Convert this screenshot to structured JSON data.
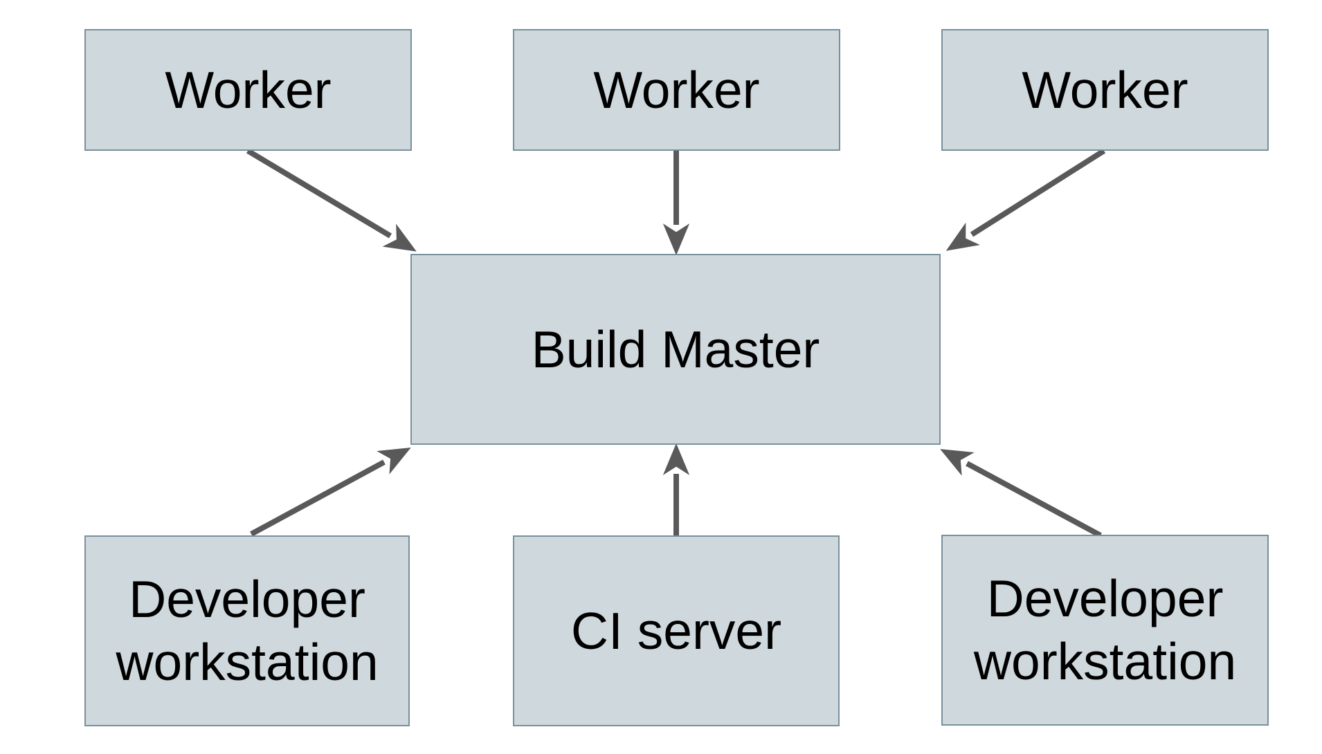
{
  "diagram": {
    "background": "#ffffff",
    "colors": {
      "node_fill": "#cfd8dc",
      "node_border": "#78909c",
      "arrow": "#595959",
      "text": "#000000"
    },
    "nodes": [
      {
        "id": "worker-1",
        "label": "Worker"
      },
      {
        "id": "worker-2",
        "label": "Worker"
      },
      {
        "id": "worker-3",
        "label": "Worker"
      },
      {
        "id": "build-master",
        "label": "Build Master"
      },
      {
        "id": "developer-workstation-left",
        "label": "Developer workstation"
      },
      {
        "id": "ci-server",
        "label": "CI server"
      },
      {
        "id": "developer-workstation-right",
        "label": "Developer workstation"
      }
    ],
    "edges": [
      {
        "from": "worker-1",
        "to": "build-master"
      },
      {
        "from": "worker-2",
        "to": "build-master"
      },
      {
        "from": "worker-3",
        "to": "build-master"
      },
      {
        "from": "developer-workstation-left",
        "to": "build-master"
      },
      {
        "from": "ci-server",
        "to": "build-master"
      },
      {
        "from": "developer-workstation-right",
        "to": "build-master"
      }
    ]
  }
}
